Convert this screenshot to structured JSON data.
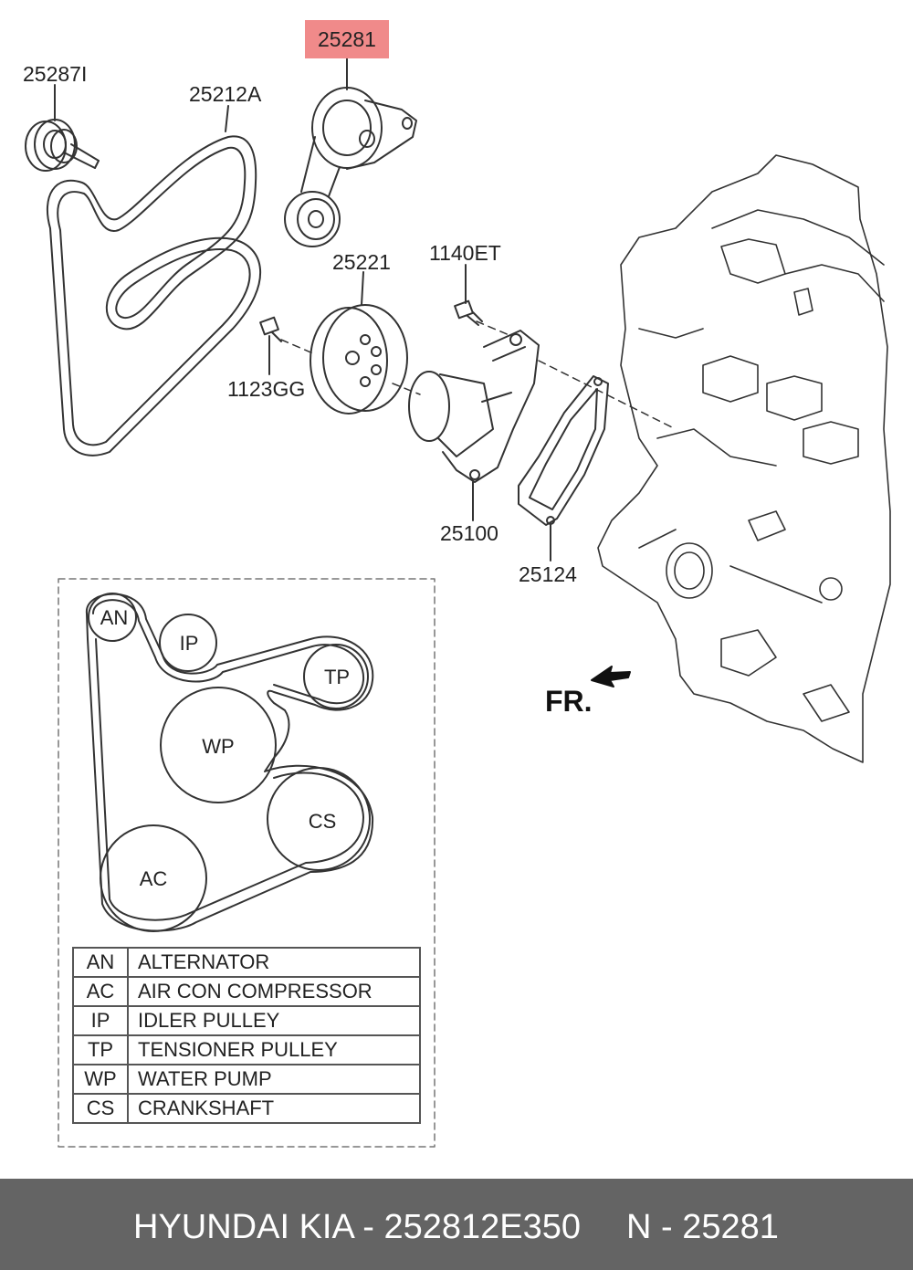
{
  "callouts": {
    "highlighted": "25281",
    "idler": "25287I",
    "belt": "25212A",
    "pulley": "25221",
    "bolt_long": "1140ET",
    "bolt_short": "1123GG",
    "water_pump": "25100",
    "gasket": "25124"
  },
  "direction_label": "FR.",
  "routing_pulleys": {
    "an": "AN",
    "ip": "IP",
    "tp": "TP",
    "wp": "WP",
    "cs": "CS",
    "ac": "AC"
  },
  "legend": [
    {
      "code": "AN",
      "desc": "ALTERNATOR"
    },
    {
      "code": "AC",
      "desc": "AIR CON COMPRESSOR"
    },
    {
      "code": "IP",
      "desc": "IDLER PULLEY"
    },
    {
      "code": "TP",
      "desc": "TENSIONER PULLEY"
    },
    {
      "code": "WP",
      "desc": "WATER PUMP"
    },
    {
      "code": "CS",
      "desc": "CRANKSHAFT"
    }
  ],
  "footer": {
    "brand": "HYUNDAI  KIA - 252812E350",
    "number": "N - 25281"
  },
  "colors": {
    "highlight": "#f08a8a",
    "footer_bg": "#646464",
    "line": "#333333"
  }
}
